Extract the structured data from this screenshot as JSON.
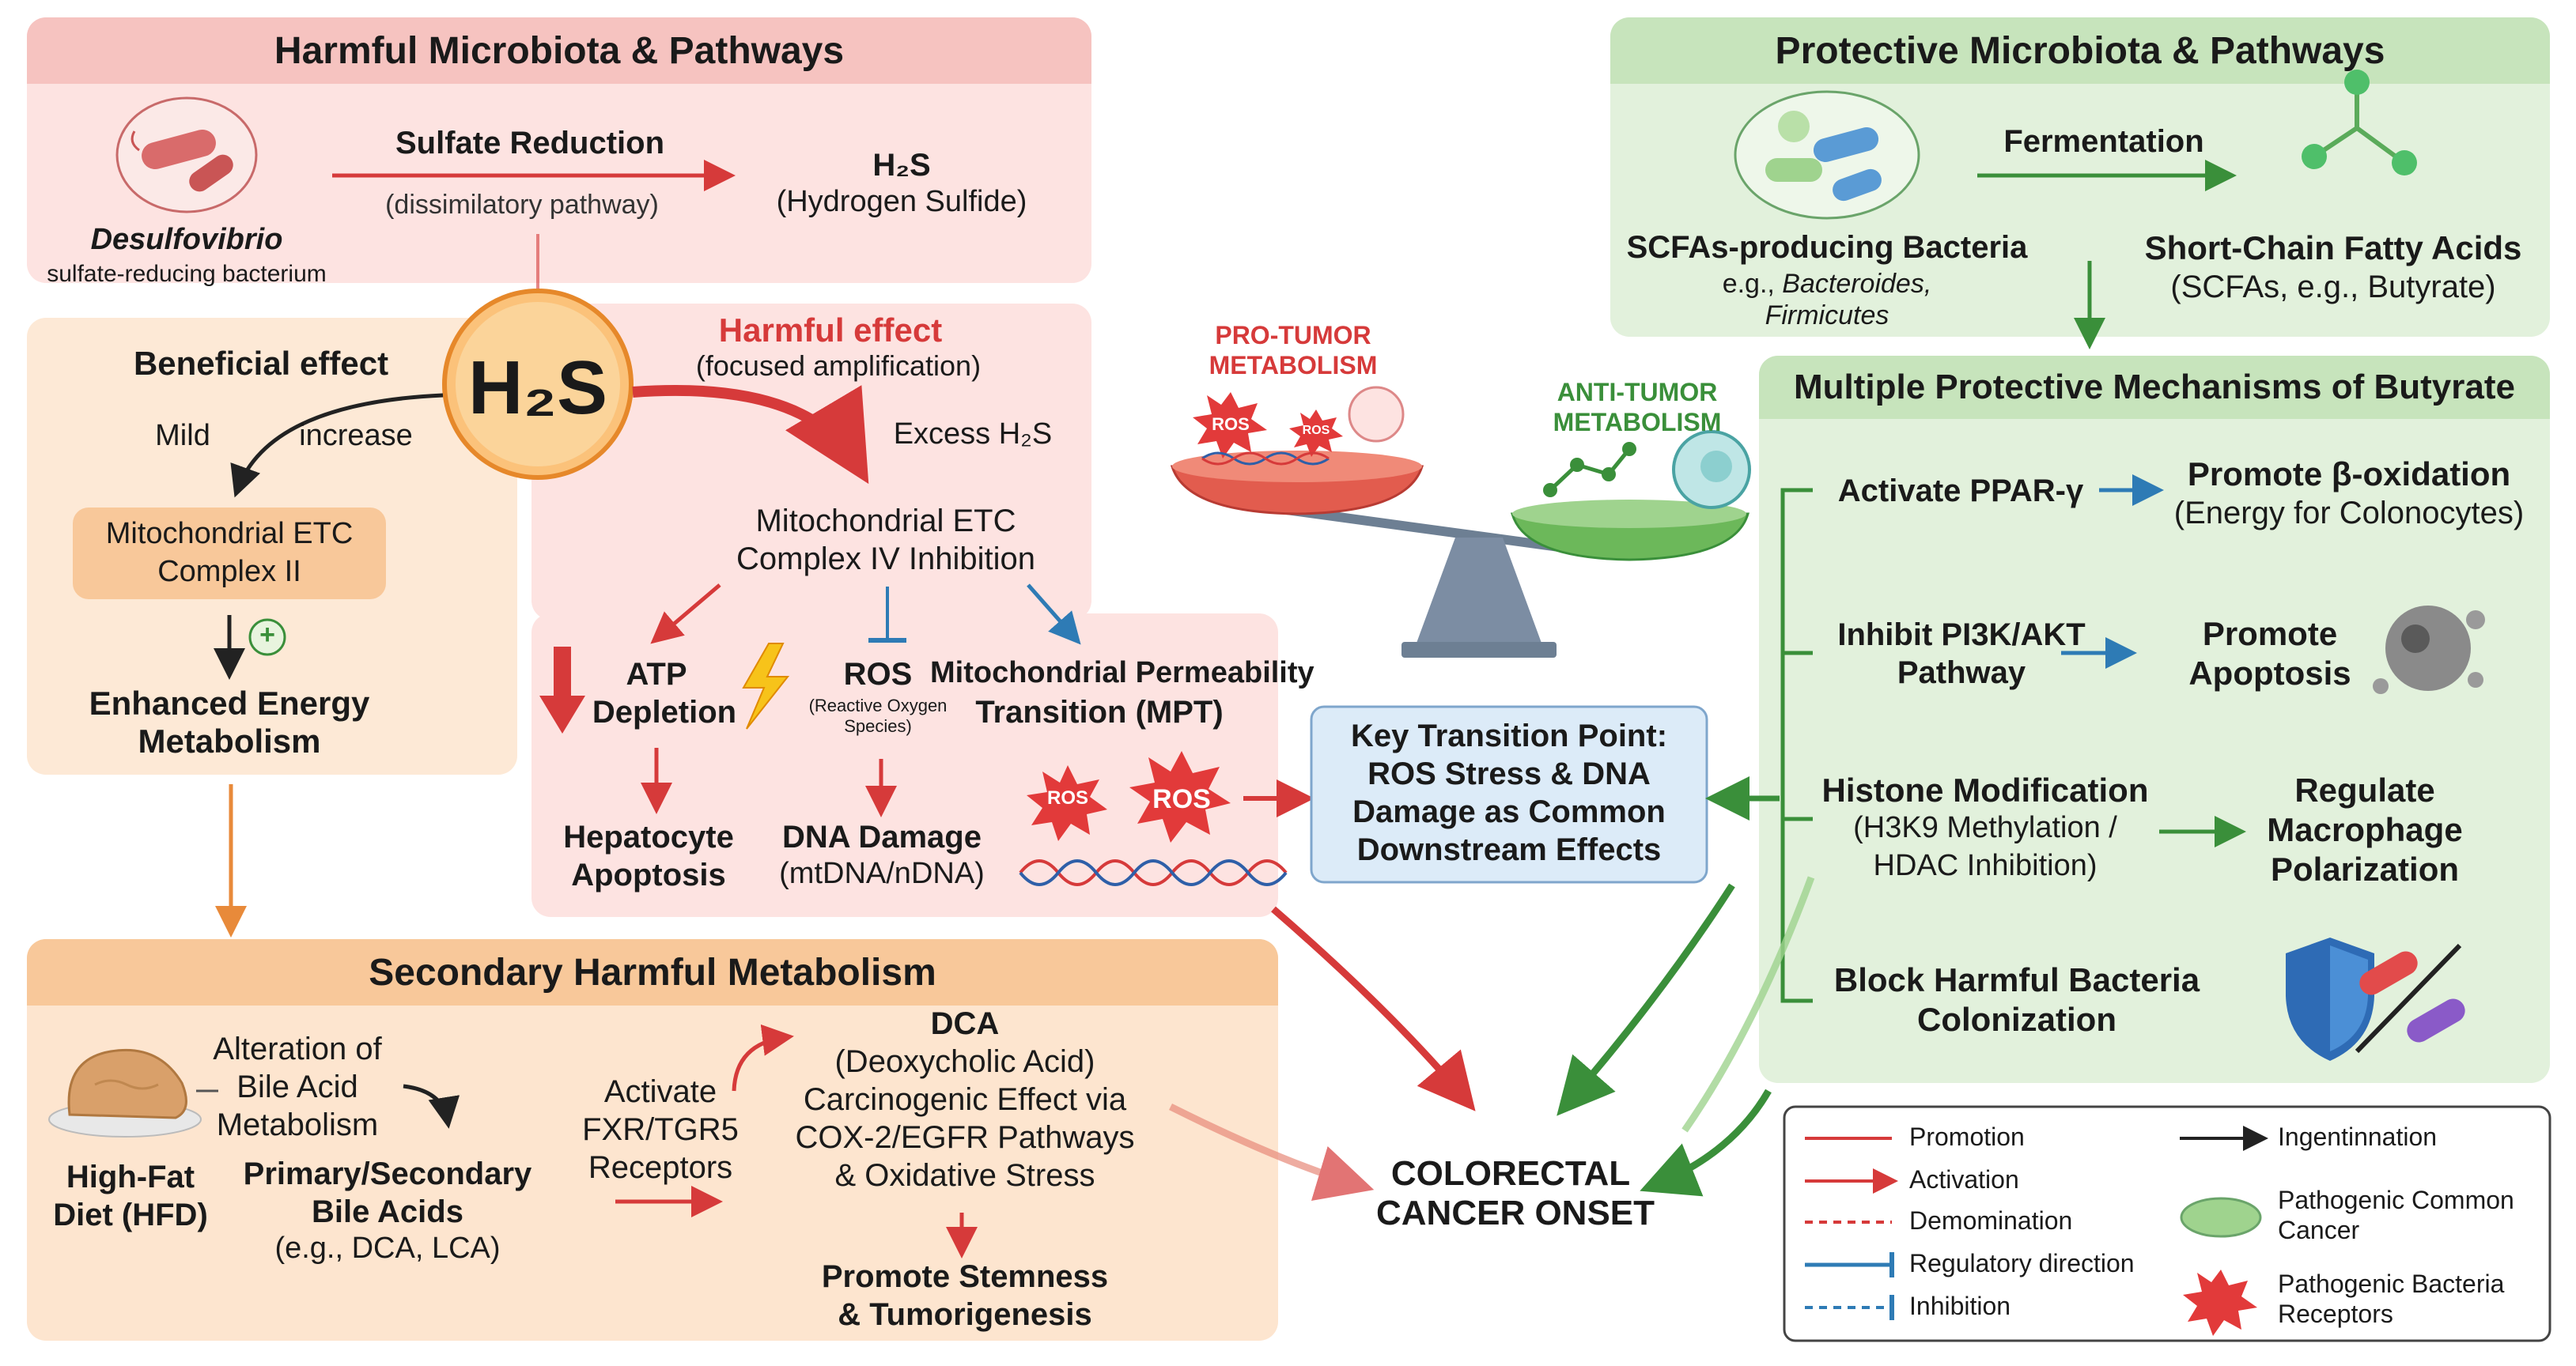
{
  "harmful": {
    "title": "Harmful Microbiota & Pathways",
    "sulfate_reduction": "Sulfate Reduction",
    "dissimilatory": "(dissimilatory pathway)",
    "h2s_label": "H₂S",
    "h2s_name": "(Hydrogen Sulfide)",
    "desulfovibrio": "Desulfovibrio",
    "desulfovibrio_desc": "sulfate-reducing bacterium",
    "h2s_center": "H₂S"
  },
  "beneficial": {
    "title": "Beneficial effect",
    "mild": "Mild",
    "increase": "increase",
    "etc2_line1": "Mitochondrial ETC",
    "etc2_line2": "Complex II",
    "plus": "+",
    "energy_line1": "Enhanced Energy",
    "energy_line2": "Metabolism"
  },
  "harmful_effect": {
    "title": "Harmful effect",
    "subtitle": "(focused amplification)",
    "excess": "Excess H₂S",
    "etc4_line1": "Mitochondrial ETC",
    "etc4_line2": "Complex IV Inhibition",
    "atp_line1": "ATP",
    "atp_line2": "Depletion",
    "ros": "ROS",
    "ros_sub1": "(Reactive Oxygen",
    "ros_sub2": "Species)",
    "mpt_line1": "Mitochondrial Permeability",
    "mpt_line2": "Transition (MPT)",
    "hep_line1": "Hepatocyte",
    "hep_line2": "Apoptosis",
    "dna_line1": "DNA Damage",
    "dna_line2": "(mtDNA/nDNA)",
    "ros_burst": "ROS"
  },
  "balance": {
    "pro_line1": "PRO-TUMOR",
    "pro_line2": "METABOLISM",
    "anti_line1": "ANTI-TUMOR",
    "anti_line2": "METABOLISM",
    "ros_a": "ROS",
    "ros_b": "ROS"
  },
  "key": {
    "line1": "Key Transition Point:",
    "line2": "ROS Stress & DNA",
    "line3": "Damage as Common",
    "line4": "Downstream Effects"
  },
  "secondary": {
    "title": "Secondary Harmful Metabolism",
    "alt_line1": "Alteration of",
    "alt_line2": "Bile Acid",
    "alt_line3": "Metabolism",
    "hfd_line1": "High-Fat",
    "hfd_line2": "Diet (HFD)",
    "psba_line1": "Primary/Secondary",
    "psba_line2": "Bile Acids",
    "psba_line3": "(e.g., DCA, LCA)",
    "act_line1": "Activate",
    "act_line2": "FXR/TGR5",
    "act_line3": "Receptors",
    "dca_line1": "DCA",
    "dca_line2": "(Deoxycholic Acid)",
    "dca_line3": "Carcinogenic Effect via",
    "dca_line4": "COX-2/EGFR Pathways",
    "dca_line5": "& Oxidative Stress",
    "stem_line1": "Promote Stemness",
    "stem_line2": "& Tumorigenesis"
  },
  "protective": {
    "title": "Protective Microbiota & Pathways",
    "fermentation": "Fermentation",
    "scfa_bact": "SCFAs-producing Bacteria",
    "eg_prefix": "e.g., ",
    "eg_genus1": "Bacteroides,",
    "eg_genus2": "Firmicutes",
    "scfa_line1": "Short-Chain Fatty Acids",
    "scfa_line2": "(SCFAs, e.g., Butyrate)"
  },
  "butyrate": {
    "title": "Multiple Protective Mechanisms of Butyrate",
    "ppar": "Activate PPAR-γ",
    "beta_line1": "Promote β-oxidation",
    "beta_line2": "(Energy for Colonocytes)",
    "pi3k_line1": "Inhibit PI3K/AKT",
    "pi3k_line2": "Pathway",
    "apop_line1": "Promote",
    "apop_line2": "Apoptosis",
    "hist_line1": "Histone Modification",
    "hist_line2": "(H3K9 Methylation /",
    "hist_line3": "HDAC Inhibition)",
    "mac_line1": "Regulate",
    "mac_line2": "Macrophage",
    "mac_line3": "Polarization",
    "block_line1": "Block Harmful Bacteria",
    "block_line2": "Colonization"
  },
  "outcome": {
    "line1": "COLORECTAL",
    "line2": "CANCER ONSET"
  },
  "legend": {
    "promotion": "Promotion",
    "activation": "Activation",
    "demomination": "Demomination",
    "regulatory": "Regulatory direction",
    "inhibition": "Inhibition",
    "ingentinnation": "Ingentinnation",
    "pathogenic_common_line1": "Pathogenic Common",
    "pathogenic_common_line2": "Cancer",
    "pathogenic_bact_line1": "Pathogenic Bacteria",
    "pathogenic_bact_line2": "Receptors"
  },
  "colors": {
    "harmful_bg": "#fde3e1",
    "harmful_header": "#f6c3c0",
    "beneficial_bg": "#fde9d6",
    "secondary_bg": "#fde5cf",
    "secondary_header": "#f8c89a",
    "protective_bg": "#e2f1dc",
    "protective_header": "#c7e4bc",
    "red_arrow": "#d63a3a",
    "green_arrow": "#3a8f3a",
    "orange_arrow": "#e88a3a",
    "blue_arrow": "#2e7bb5",
    "key_bg": "#dcebf8"
  }
}
